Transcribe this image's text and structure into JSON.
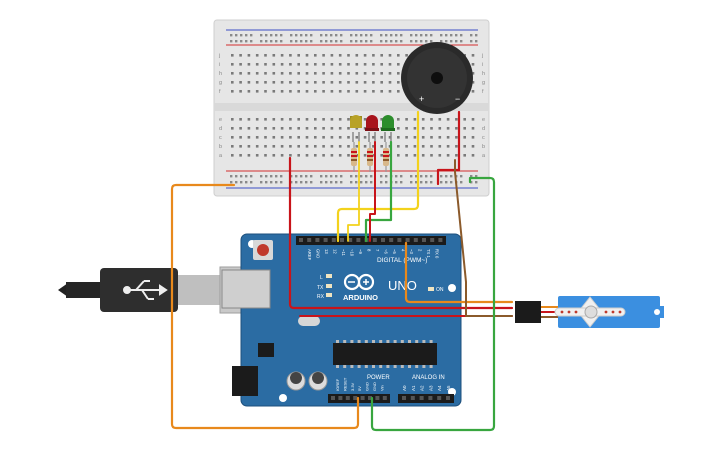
{
  "colors": {
    "board": "#2b6ca3",
    "board_edge": "#1d4f7c",
    "header": "#1b1b1b",
    "breadboard": "#e8e8e8",
    "rail_red": "#d22f2f",
    "rail_blue": "#3c4fc4",
    "wire_orange": "#e8891c",
    "wire_red": "#c8141a",
    "wire_yellow": "#f3d21c",
    "wire_green": "#38a63f",
    "wire_brown": "#8b5a2b",
    "servo_body": "#3b8fe0",
    "led_yellow": "#b8a227",
    "led_red": "#a8141c",
    "led_green": "#2c8d2c"
  },
  "arduino": {
    "logo_text": "ARDUINO",
    "model_text": "UNO",
    "digital_label": "DIGITAL (PWM~)",
    "power_label": "POWER",
    "analog_label": "ANALOG IN",
    "tx_label": "TX",
    "rx_label": "RX",
    "l_label": "L",
    "on_label": "ON",
    "top_pins": [
      "AREF",
      "GND",
      "13",
      "12",
      "~11",
      "~10",
      "~9",
      "8",
      "7",
      "~6",
      "~5",
      "4",
      "~3",
      "2",
      "TX 1",
      "RX 0"
    ],
    "power_pins": [
      "IOREF",
      "RESET",
      "3.3V",
      "5V",
      "GND",
      "GND",
      "Vin"
    ],
    "analog_pins": [
      "A0",
      "A1",
      "A2",
      "A3",
      "A4",
      "A5"
    ]
  },
  "breadboard": {
    "row_letters_top": [
      "j",
      "i",
      "h",
      "g",
      "f"
    ],
    "row_letters_bottom": [
      "e",
      "d",
      "c",
      "b",
      "a"
    ]
  },
  "buzzer": {
    "plus_label": "+",
    "minus_label": "−"
  },
  "icons": [
    "usb-plug-icon",
    "usb-symbol-icon",
    "infinity-logo-icon",
    "servo-horn-icon"
  ]
}
